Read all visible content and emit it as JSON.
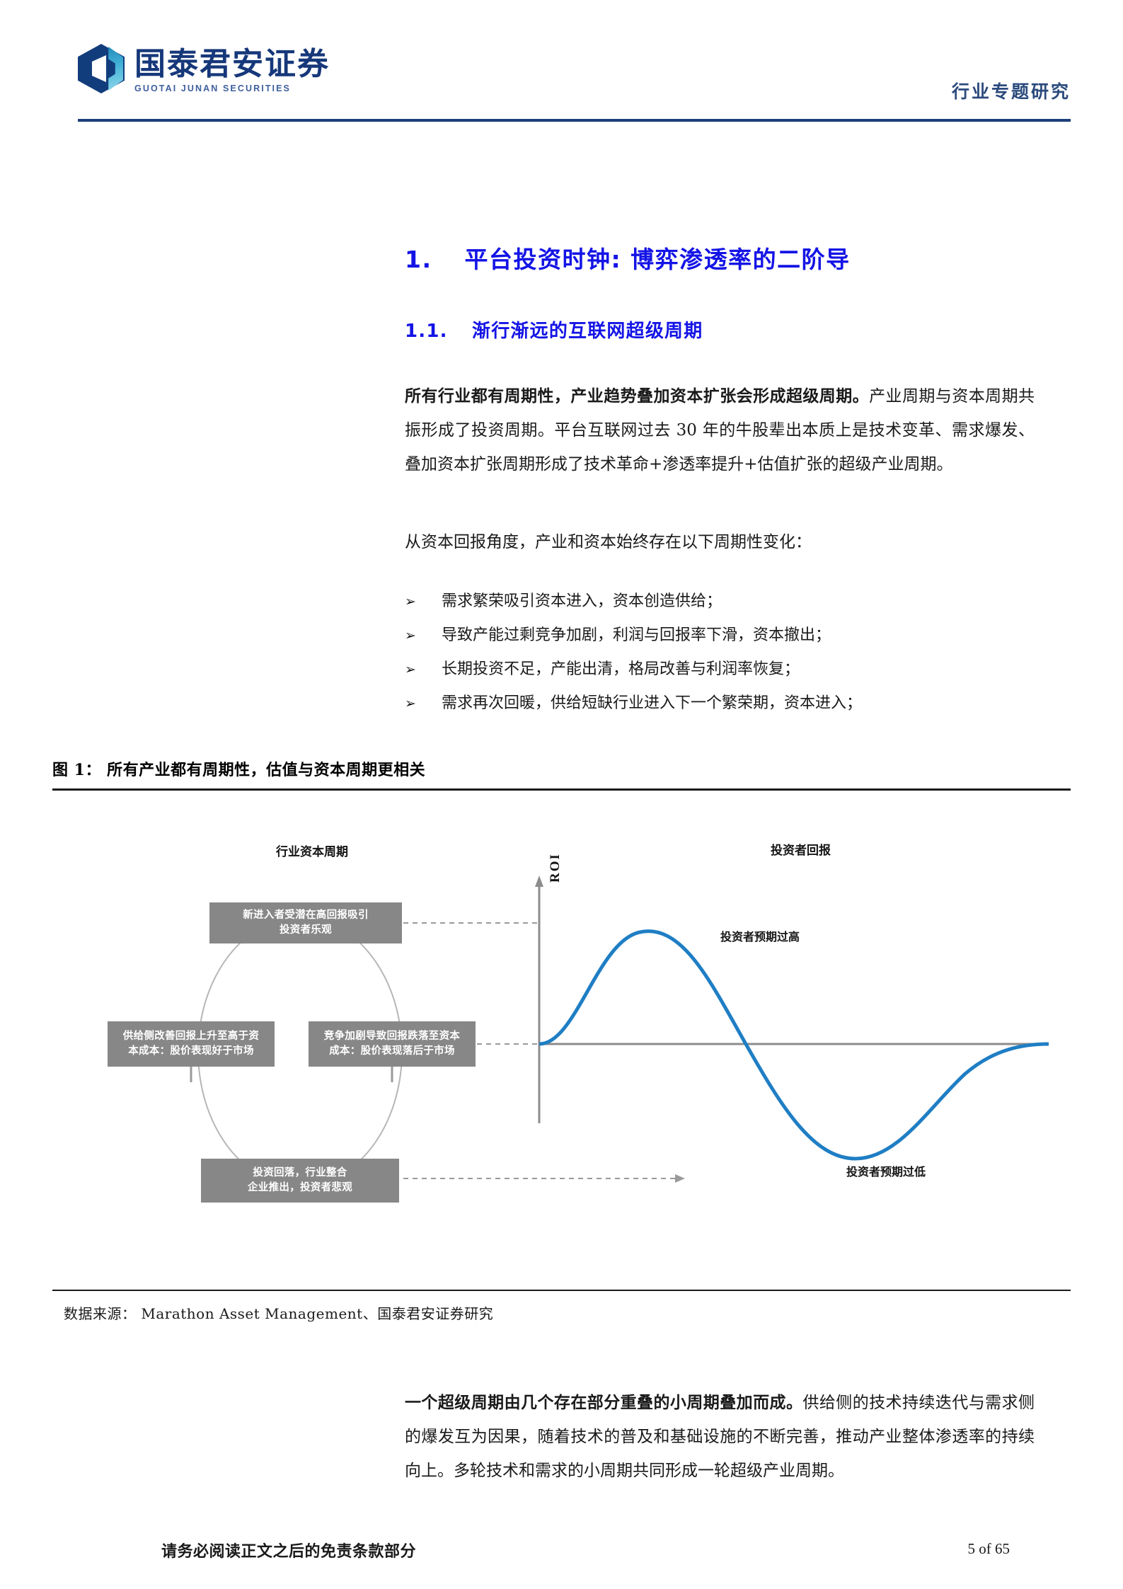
{
  "header": {
    "logo_cn": "国泰君安证券",
    "logo_en": "GUOTAI JUNAN SECURITIES",
    "right_title": "行业专题研究"
  },
  "headings": {
    "section_number": "1.",
    "section_title": "平台投资时钟: 博弈渗透率的二阶导",
    "subsection_number": "1.1.",
    "subsection_title": "渐行渐远的互联网超级周期"
  },
  "body": {
    "para1_bold": "所有行业都有周期性，产业趋势叠加资本扩张会形成超级周期。",
    "para1_rest": "产业周期与资本周期共振形成了投资周期。平台互联网过去 30 年的牛股辈出本质上是技术变革、需求爆发、叠加资本扩张周期形成了技术革命+渗透率提升+估值扩张的超级产业周期。",
    "para2": "从资本回报角度，产业和资本始终存在以下周期性变化：",
    "bullet_marker": "➢",
    "bullets": [
      "需求繁荣吸引资本进入，资本创造供给；",
      "导致产能过剩竞争加剧，利润与回报率下滑，资本撤出；",
      "长期投资不足，产能出清，格局改善与利润率恢复；",
      "需求再次回暖，供给短缺行业进入下一个繁荣期，资本进入；"
    ]
  },
  "figure": {
    "caption": "图 1： 所有产业都有周期性，估值与资本周期更相关",
    "source": "数据来源： Marathon Asset Management、国泰君安证券研究",
    "cycle_title": "行业资本周期",
    "roi_title": "投资者回报",
    "roi_axis_label": "ROI",
    "boxes": {
      "top": "新进入者受潜在高回报吸引\n投资者乐观",
      "left": "供给侧改善回报上升至高于资\n本成本：股价表现好于市场",
      "right": "竞争加剧导致回报跌落至资本\n成本：股价表现落后于市场",
      "bottom": "投资回落，行业整合\n企业推出，投资者悲观"
    },
    "annotations": {
      "peak": "投资者预期过高",
      "trough": "投资者预期过低"
    },
    "colors": {
      "curve": "#1f7ec4",
      "box_fill": "#878787",
      "axis": "#8c8c8c",
      "connector": "#9a9a9a"
    }
  },
  "chart_data": {
    "type": "line",
    "title": "投资者回报",
    "xlabel": "",
    "ylabel": "ROI",
    "grid": false,
    "legend": null,
    "annotations": [
      "投资者预期过高",
      "投资者预期过低"
    ],
    "x": [
      0,
      0.25,
      0.5,
      0.75,
      1.0,
      1.25,
      1.5,
      1.75,
      2.0
    ],
    "series": [
      {
        "name": "ROI",
        "values": [
          0,
          0.71,
          1.0,
          0.71,
          0,
          -0.71,
          -1.0,
          -0.71,
          0
        ]
      }
    ],
    "ylim": [
      -1.15,
      1.15
    ],
    "xlim": [
      0,
      2.05
    ]
  },
  "footer": {
    "closing_bold": "一个超级周期由几个存在部分重叠的小周期叠加而成。",
    "closing_rest": "供给侧的技术持续迭代与需求侧的爆发互为因果，随着技术的普及和基础设施的不断完善，推动产业整体渗透率的持续向上。多轮技术和需求的小周期共同形成一轮超级产业周期。",
    "disclaimer": "请务必阅读正文之后的免责条款部分",
    "page_label": "5 of 65"
  }
}
